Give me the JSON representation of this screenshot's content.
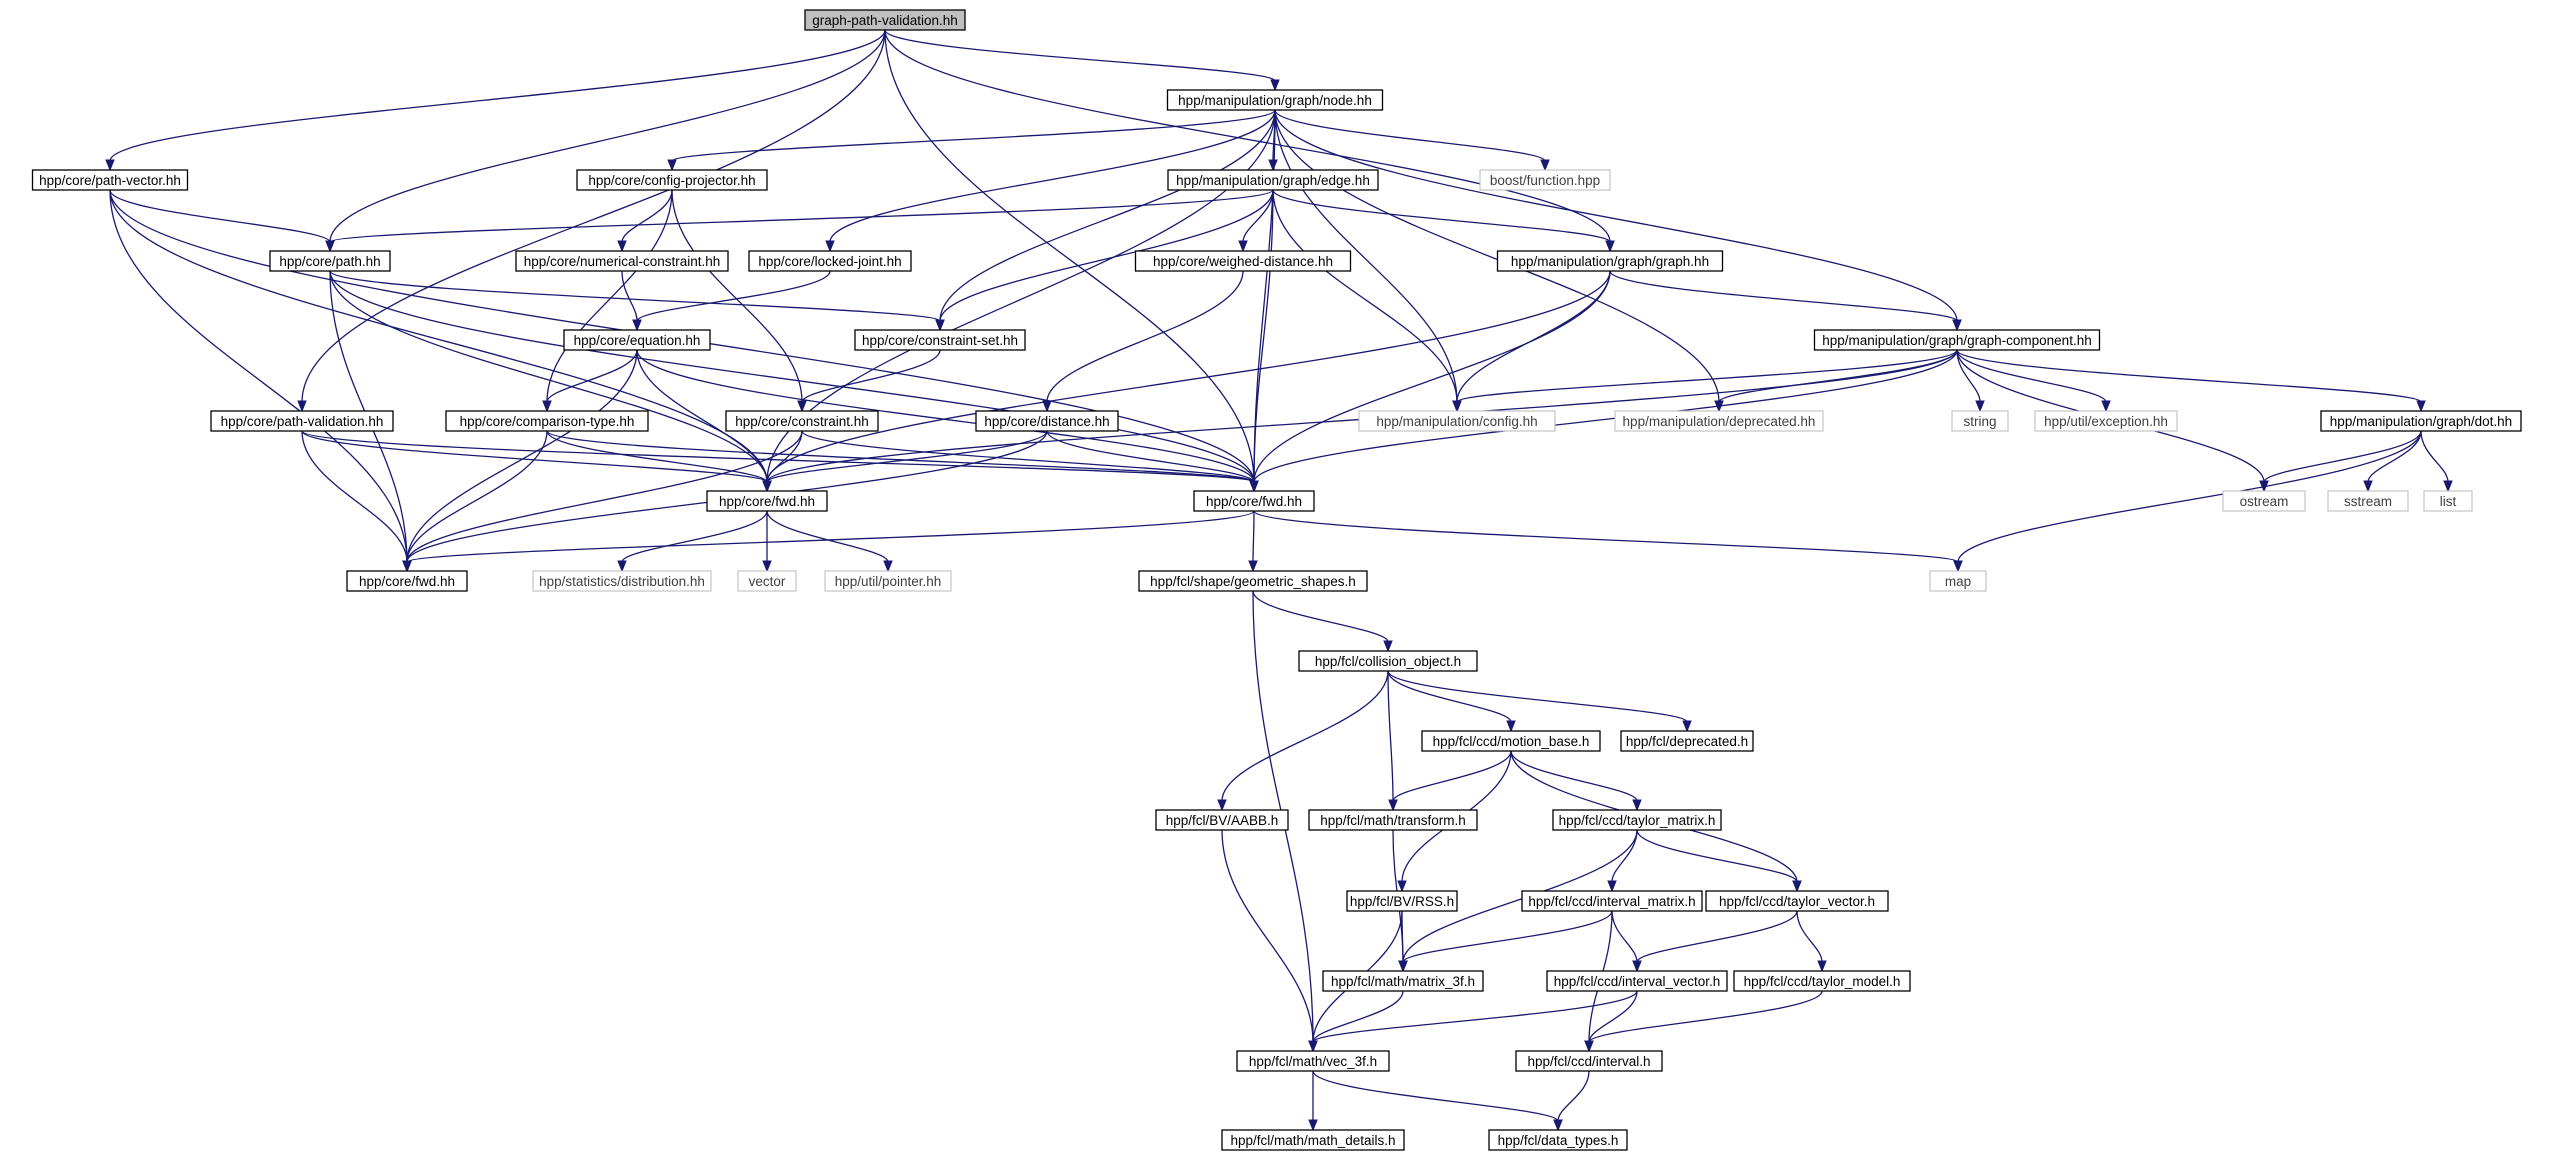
{
  "diagram": {
    "root": "graph-path-validation.hh",
    "nodes": [
      {
        "id": "root",
        "label": "graph-path-validation.hh",
        "kind": "root"
      },
      {
        "id": "node",
        "label": "hpp/manipulation/graph/node.hh",
        "kind": "file"
      },
      {
        "id": "pathvector",
        "label": "hpp/core/path-vector.hh",
        "kind": "file"
      },
      {
        "id": "configproj",
        "label": "hpp/core/config-projector.hh",
        "kind": "file"
      },
      {
        "id": "edge",
        "label": "hpp/manipulation/graph/edge.hh",
        "kind": "file"
      },
      {
        "id": "boostfn",
        "label": "boost/function.hpp",
        "kind": "external"
      },
      {
        "id": "path",
        "label": "hpp/core/path.hh",
        "kind": "file"
      },
      {
        "id": "numconst",
        "label": "hpp/core/numerical-constraint.hh",
        "kind": "file"
      },
      {
        "id": "lockedjoint",
        "label": "hpp/core/locked-joint.hh",
        "kind": "file"
      },
      {
        "id": "weighed",
        "label": "hpp/core/weighed-distance.hh",
        "kind": "file"
      },
      {
        "id": "graph",
        "label": "hpp/manipulation/graph/graph.hh",
        "kind": "file"
      },
      {
        "id": "equation",
        "label": "hpp/core/equation.hh",
        "kind": "file"
      },
      {
        "id": "constset",
        "label": "hpp/core/constraint-set.hh",
        "kind": "file"
      },
      {
        "id": "graphcomp",
        "label": "hpp/manipulation/graph/graph-component.hh",
        "kind": "file"
      },
      {
        "id": "pathval",
        "label": "hpp/core/path-validation.hh",
        "kind": "file"
      },
      {
        "id": "comptype",
        "label": "hpp/core/comparison-type.hh",
        "kind": "file"
      },
      {
        "id": "constraint",
        "label": "hpp/core/constraint.hh",
        "kind": "file"
      },
      {
        "id": "distance",
        "label": "hpp/core/distance.hh",
        "kind": "file"
      },
      {
        "id": "mconfig",
        "label": "hpp/manipulation/config.hh",
        "kind": "external"
      },
      {
        "id": "mdeprecated",
        "label": "hpp/manipulation/deprecated.hh",
        "kind": "external"
      },
      {
        "id": "string",
        "label": "string",
        "kind": "external"
      },
      {
        "id": "utilexc",
        "label": "hpp/util/exception.hh",
        "kind": "external"
      },
      {
        "id": "dot",
        "label": "hpp/manipulation/graph/dot.hh",
        "kind": "file"
      },
      {
        "id": "corefwd1",
        "label": "hpp/core/fwd.hh",
        "kind": "file"
      },
      {
        "id": "corefwd2",
        "label": "hpp/core/fwd.hh",
        "kind": "file"
      },
      {
        "id": "ostream",
        "label": "ostream",
        "kind": "external"
      },
      {
        "id": "sstream",
        "label": "sstream",
        "kind": "external"
      },
      {
        "id": "list",
        "label": "list",
        "kind": "external"
      },
      {
        "id": "corefwd3",
        "label": "hpp/core/fwd.hh",
        "kind": "file"
      },
      {
        "id": "statdist",
        "label": "hpp/statistics/distribution.hh",
        "kind": "external"
      },
      {
        "id": "vector",
        "label": "vector",
        "kind": "external"
      },
      {
        "id": "utilptr",
        "label": "hpp/util/pointer.hh",
        "kind": "external"
      },
      {
        "id": "geoshapes",
        "label": "hpp/fcl/shape/geometric_shapes.h",
        "kind": "file"
      },
      {
        "id": "map",
        "label": "map",
        "kind": "external"
      },
      {
        "id": "collobj",
        "label": "hpp/fcl/collision_object.h",
        "kind": "file"
      },
      {
        "id": "motionbase",
        "label": "hpp/fcl/ccd/motion_base.h",
        "kind": "file"
      },
      {
        "id": "fcldeprecated",
        "label": "hpp/fcl/deprecated.h",
        "kind": "file"
      },
      {
        "id": "aabb",
        "label": "hpp/fcl/BV/AABB.h",
        "kind": "file"
      },
      {
        "id": "transform",
        "label": "hpp/fcl/math/transform.h",
        "kind": "file"
      },
      {
        "id": "taylormatrix",
        "label": "hpp/fcl/ccd/taylor_matrix.h",
        "kind": "file"
      },
      {
        "id": "rss",
        "label": "hpp/fcl/BV/RSS.h",
        "kind": "file"
      },
      {
        "id": "intervalmatrix",
        "label": "hpp/fcl/ccd/interval_matrix.h",
        "kind": "file"
      },
      {
        "id": "taylorvector",
        "label": "hpp/fcl/ccd/taylor_vector.h",
        "kind": "file"
      },
      {
        "id": "matrix3f",
        "label": "hpp/fcl/math/matrix_3f.h",
        "kind": "file"
      },
      {
        "id": "intervalvector",
        "label": "hpp/fcl/ccd/interval_vector.h",
        "kind": "file"
      },
      {
        "id": "taylormodel",
        "label": "hpp/fcl/ccd/taylor_model.h",
        "kind": "file"
      },
      {
        "id": "vec3f",
        "label": "hpp/fcl/math/vec_3f.h",
        "kind": "file"
      },
      {
        "id": "interval",
        "label": "hpp/fcl/ccd/interval.h",
        "kind": "file"
      },
      {
        "id": "mathdetails",
        "label": "hpp/fcl/math/math_details.h",
        "kind": "file"
      },
      {
        "id": "datatypes",
        "label": "hpp/fcl/data_types.h",
        "kind": "file"
      }
    ],
    "edges": [
      [
        "root",
        "node"
      ],
      [
        "root",
        "pathvector"
      ],
      [
        "root",
        "path"
      ],
      [
        "root",
        "pathval"
      ],
      [
        "root",
        "graph"
      ],
      [
        "root",
        "corefwd2"
      ],
      [
        "node",
        "configproj"
      ],
      [
        "node",
        "edge"
      ],
      [
        "node",
        "boostfn"
      ],
      [
        "node",
        "lockedjoint"
      ],
      [
        "node",
        "constset"
      ],
      [
        "node",
        "mconfig"
      ],
      [
        "node",
        "mdeprecated"
      ],
      [
        "node",
        "graphcomp"
      ],
      [
        "node",
        "corefwd1"
      ],
      [
        "node",
        "corefwd2"
      ],
      [
        "pathvector",
        "path"
      ],
      [
        "pathvector",
        "corefwd1"
      ],
      [
        "pathvector",
        "corefwd2"
      ],
      [
        "pathvector",
        "corefwd3"
      ],
      [
        "configproj",
        "numconst"
      ],
      [
        "configproj",
        "comptype"
      ],
      [
        "configproj",
        "constraint"
      ],
      [
        "edge",
        "path"
      ],
      [
        "edge",
        "weighed"
      ],
      [
        "edge",
        "graph"
      ],
      [
        "edge",
        "constset"
      ],
      [
        "edge",
        "mconfig"
      ],
      [
        "edge",
        "corefwd2"
      ],
      [
        "path",
        "constset"
      ],
      [
        "path",
        "corefwd1"
      ],
      [
        "path",
        "corefwd2"
      ],
      [
        "path",
        "corefwd3"
      ],
      [
        "numconst",
        "equation"
      ],
      [
        "lockedjoint",
        "equation"
      ],
      [
        "weighed",
        "distance"
      ],
      [
        "graph",
        "graphcomp"
      ],
      [
        "graph",
        "mconfig"
      ],
      [
        "graph",
        "corefwd1"
      ],
      [
        "graph",
        "corefwd2"
      ],
      [
        "equation",
        "comptype"
      ],
      [
        "equation",
        "corefwd1"
      ],
      [
        "equation",
        "corefwd2"
      ],
      [
        "equation",
        "corefwd3"
      ],
      [
        "constset",
        "constraint"
      ],
      [
        "graphcomp",
        "mconfig"
      ],
      [
        "graphcomp",
        "mdeprecated"
      ],
      [
        "graphcomp",
        "string"
      ],
      [
        "graphcomp",
        "utilexc"
      ],
      [
        "graphcomp",
        "ostream"
      ],
      [
        "graphcomp",
        "dot"
      ],
      [
        "graphcomp",
        "corefwd1"
      ],
      [
        "graphcomp",
        "corefwd2"
      ],
      [
        "pathval",
        "corefwd1"
      ],
      [
        "pathval",
        "corefwd2"
      ],
      [
        "pathval",
        "corefwd3"
      ],
      [
        "comptype",
        "corefwd1"
      ],
      [
        "comptype",
        "corefwd2"
      ],
      [
        "comptype",
        "corefwd3"
      ],
      [
        "constraint",
        "corefwd1"
      ],
      [
        "constraint",
        "corefwd2"
      ],
      [
        "constraint",
        "corefwd3"
      ],
      [
        "distance",
        "corefwd1"
      ],
      [
        "distance",
        "corefwd2"
      ],
      [
        "distance",
        "corefwd3"
      ],
      [
        "dot",
        "ostream"
      ],
      [
        "dot",
        "sstream"
      ],
      [
        "dot",
        "list"
      ],
      [
        "dot",
        "map"
      ],
      [
        "corefwd1",
        "statdist"
      ],
      [
        "corefwd1",
        "vector"
      ],
      [
        "corefwd1",
        "utilptr"
      ],
      [
        "corefwd2",
        "corefwd3"
      ],
      [
        "corefwd2",
        "geoshapes"
      ],
      [
        "corefwd2",
        "map"
      ],
      [
        "geoshapes",
        "collobj"
      ],
      [
        "geoshapes",
        "vec3f"
      ],
      [
        "collobj",
        "motionbase"
      ],
      [
        "collobj",
        "fcldeprecated"
      ],
      [
        "collobj",
        "aabb"
      ],
      [
        "collobj",
        "transform"
      ],
      [
        "motionbase",
        "transform"
      ],
      [
        "motionbase",
        "taylormatrix"
      ],
      [
        "motionbase",
        "rss"
      ],
      [
        "motionbase",
        "taylorvector"
      ],
      [
        "aabb",
        "vec3f"
      ],
      [
        "transform",
        "matrix3f"
      ],
      [
        "taylormatrix",
        "intervalmatrix"
      ],
      [
        "taylormatrix",
        "taylorvector"
      ],
      [
        "taylormatrix",
        "matrix3f"
      ],
      [
        "rss",
        "matrix3f"
      ],
      [
        "rss",
        "vec3f"
      ],
      [
        "intervalmatrix",
        "intervalvector"
      ],
      [
        "intervalmatrix",
        "interval"
      ],
      [
        "intervalmatrix",
        "matrix3f"
      ],
      [
        "taylorvector",
        "intervalvector"
      ],
      [
        "taylorvector",
        "taylormodel"
      ],
      [
        "matrix3f",
        "vec3f"
      ],
      [
        "intervalvector",
        "interval"
      ],
      [
        "intervalvector",
        "vec3f"
      ],
      [
        "taylormodel",
        "interval"
      ],
      [
        "vec3f",
        "mathdetails"
      ],
      [
        "vec3f",
        "datatypes"
      ],
      [
        "interval",
        "datatypes"
      ]
    ]
  }
}
